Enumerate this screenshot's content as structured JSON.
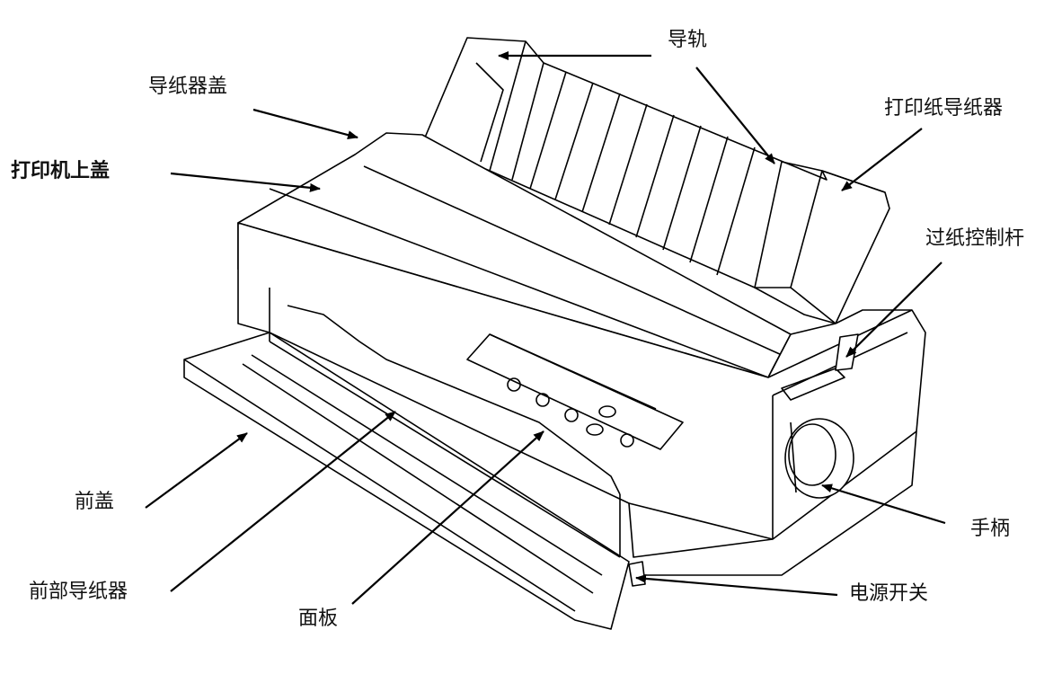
{
  "labels": {
    "rail": "导轨",
    "paper_guide_cover": "导纸器盖",
    "printer_cover": "打印机上盖",
    "paper_guide": "打印纸导纸器",
    "release_lever": "过纸控制杆",
    "front_cover": "前盖",
    "front_paper_guide": "前部导纸器",
    "panel": "面板",
    "knob": "手柄",
    "power_switch": "电源开关"
  }
}
